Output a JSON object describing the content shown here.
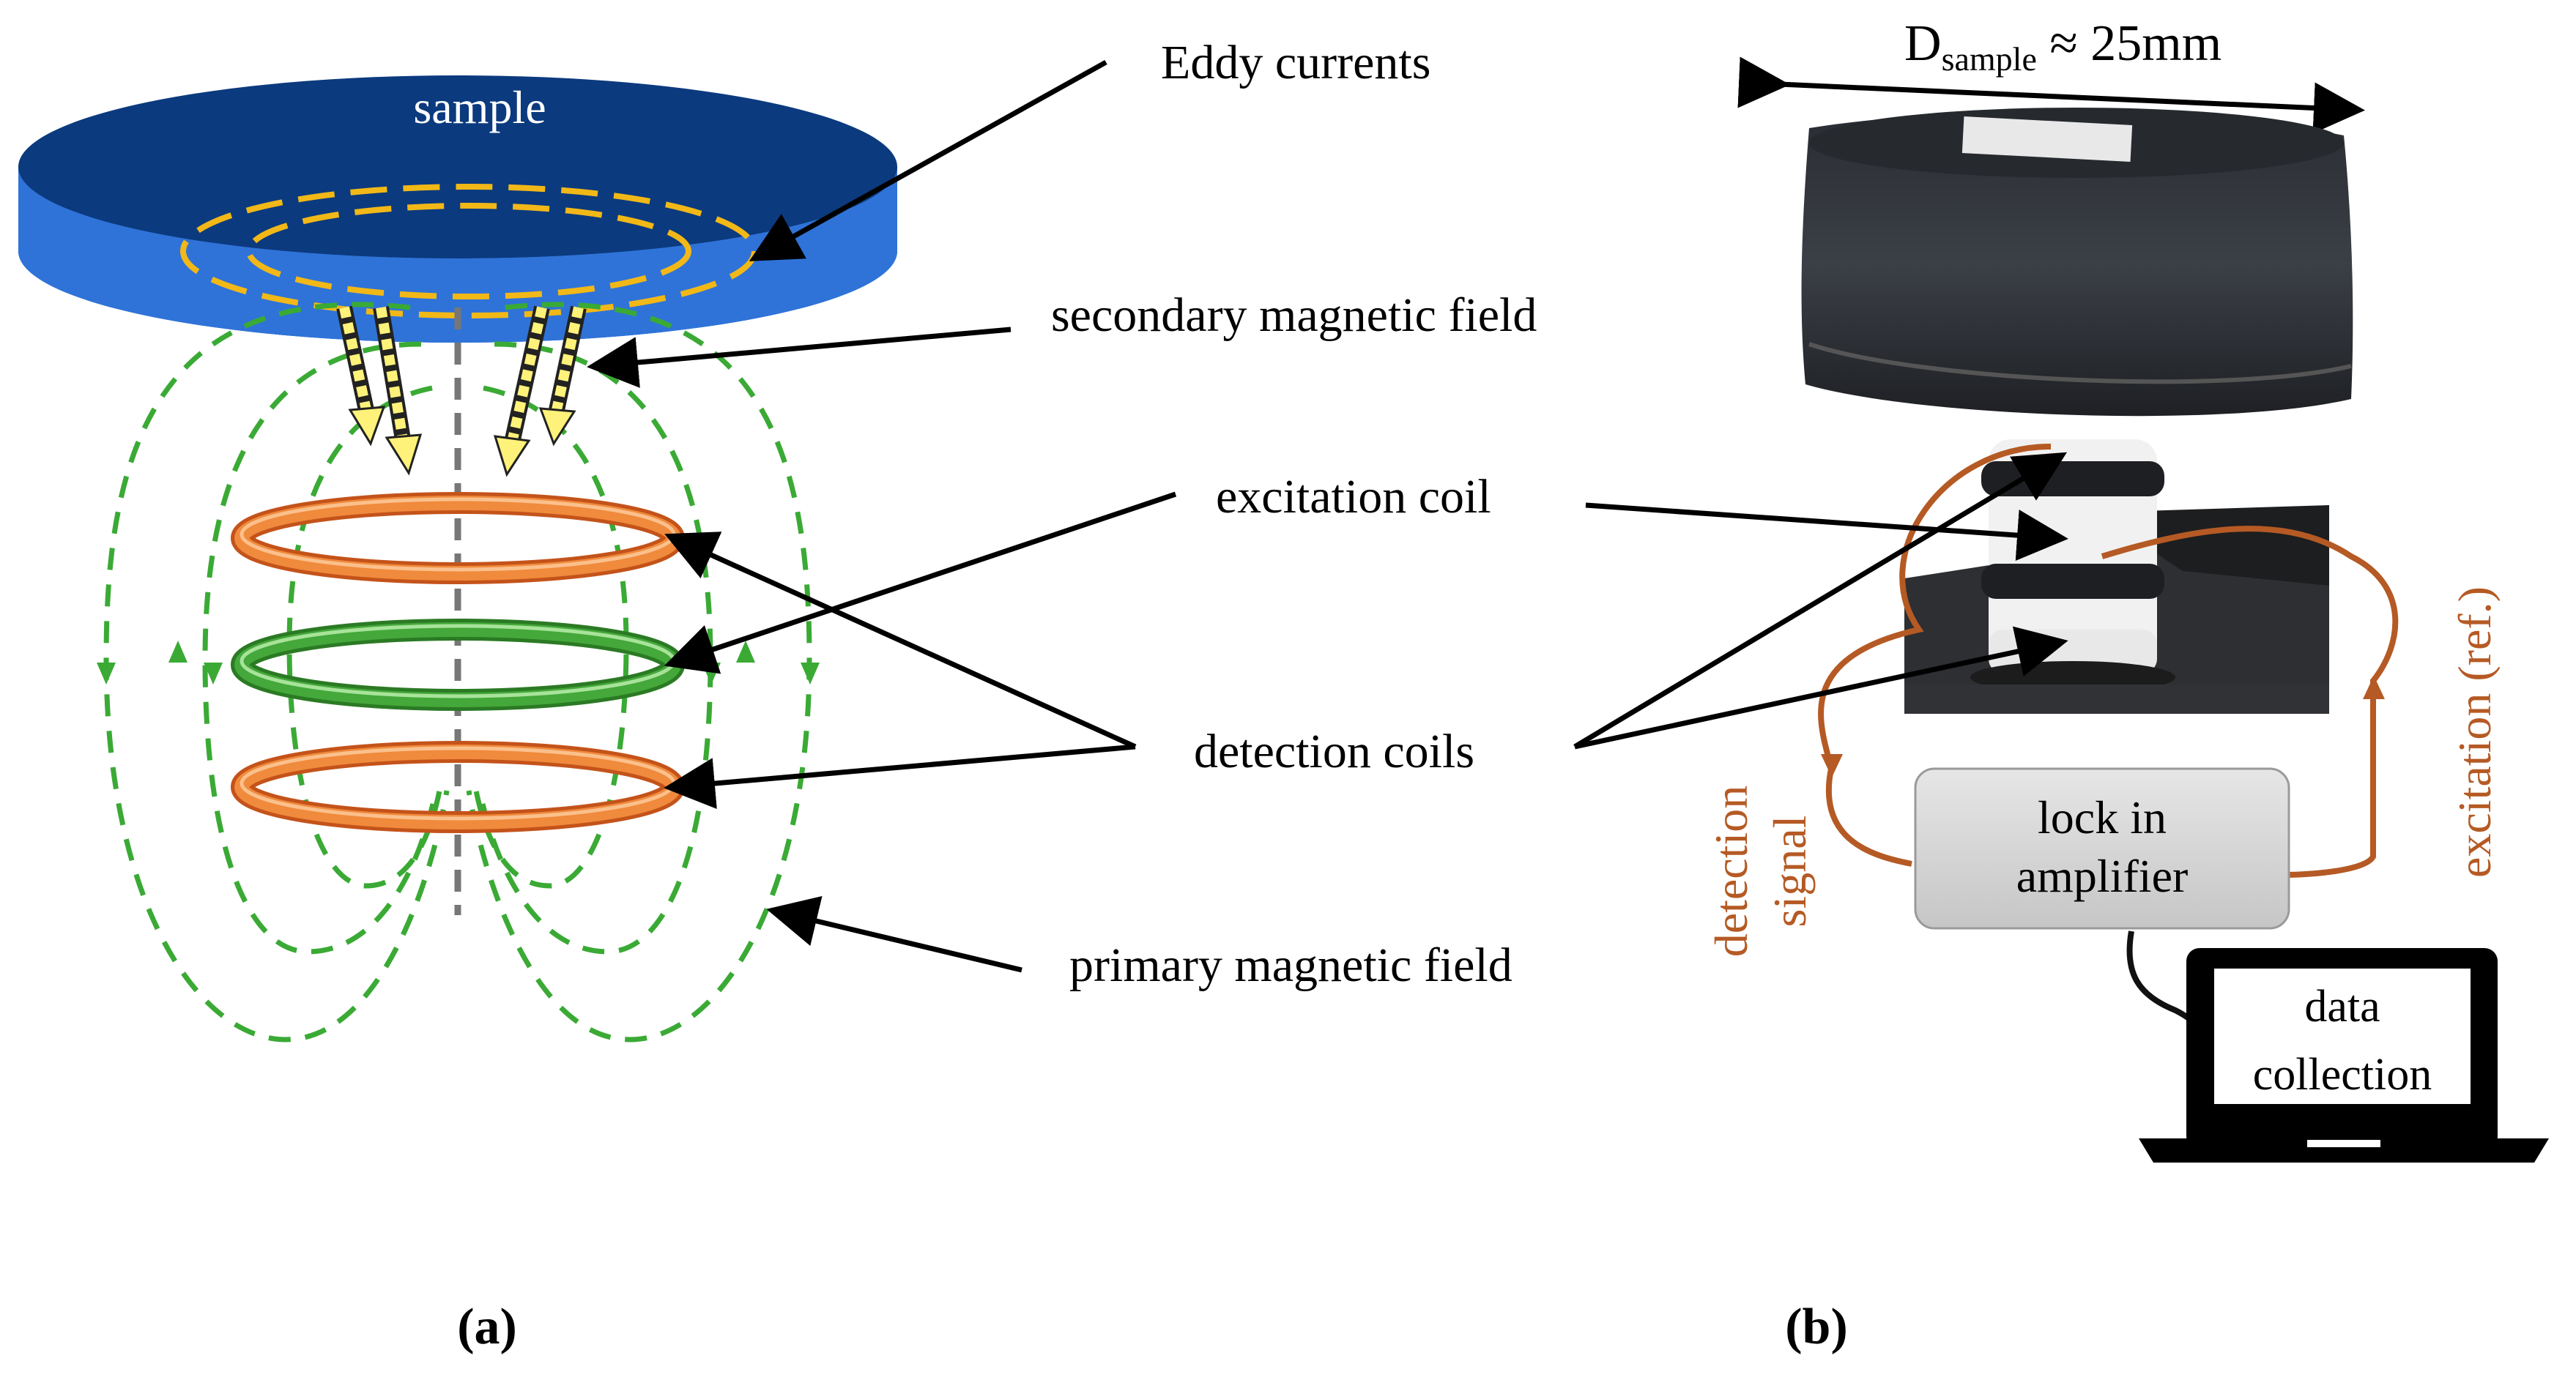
{
  "panel_a": {
    "sample_label": "sample",
    "labels": {
      "eddy_currents": "Eddy currents",
      "secondary_field": "secondary magnetic field",
      "excitation_coil": "excitation coil",
      "detection_coils": "detection coils",
      "primary_field": "primary magnetic field"
    },
    "caption": "(a)"
  },
  "panel_b": {
    "diameter_D": "D",
    "diameter_sub": "sample",
    "diameter_value": " ≈ 25mm",
    "lockin_line1": "lock in",
    "lockin_line2": "amplifier",
    "detection_line1": "detection",
    "detection_line2": "signal",
    "excitation_label": "excitation (ref.)",
    "laptop_line1": "data",
    "laptop_line2": "collection",
    "caption": "(b)"
  },
  "colors": {
    "sample_top": "#0b3a7e",
    "sample_side": "#2a6fd6",
    "eddy": "#f2b817",
    "field_green": "#3aaa35",
    "coil_orange": "#e8752a",
    "coil_green": "#3f9a34",
    "wire_brown": "#b55a24",
    "lockin_box": "#d6d6d6"
  }
}
